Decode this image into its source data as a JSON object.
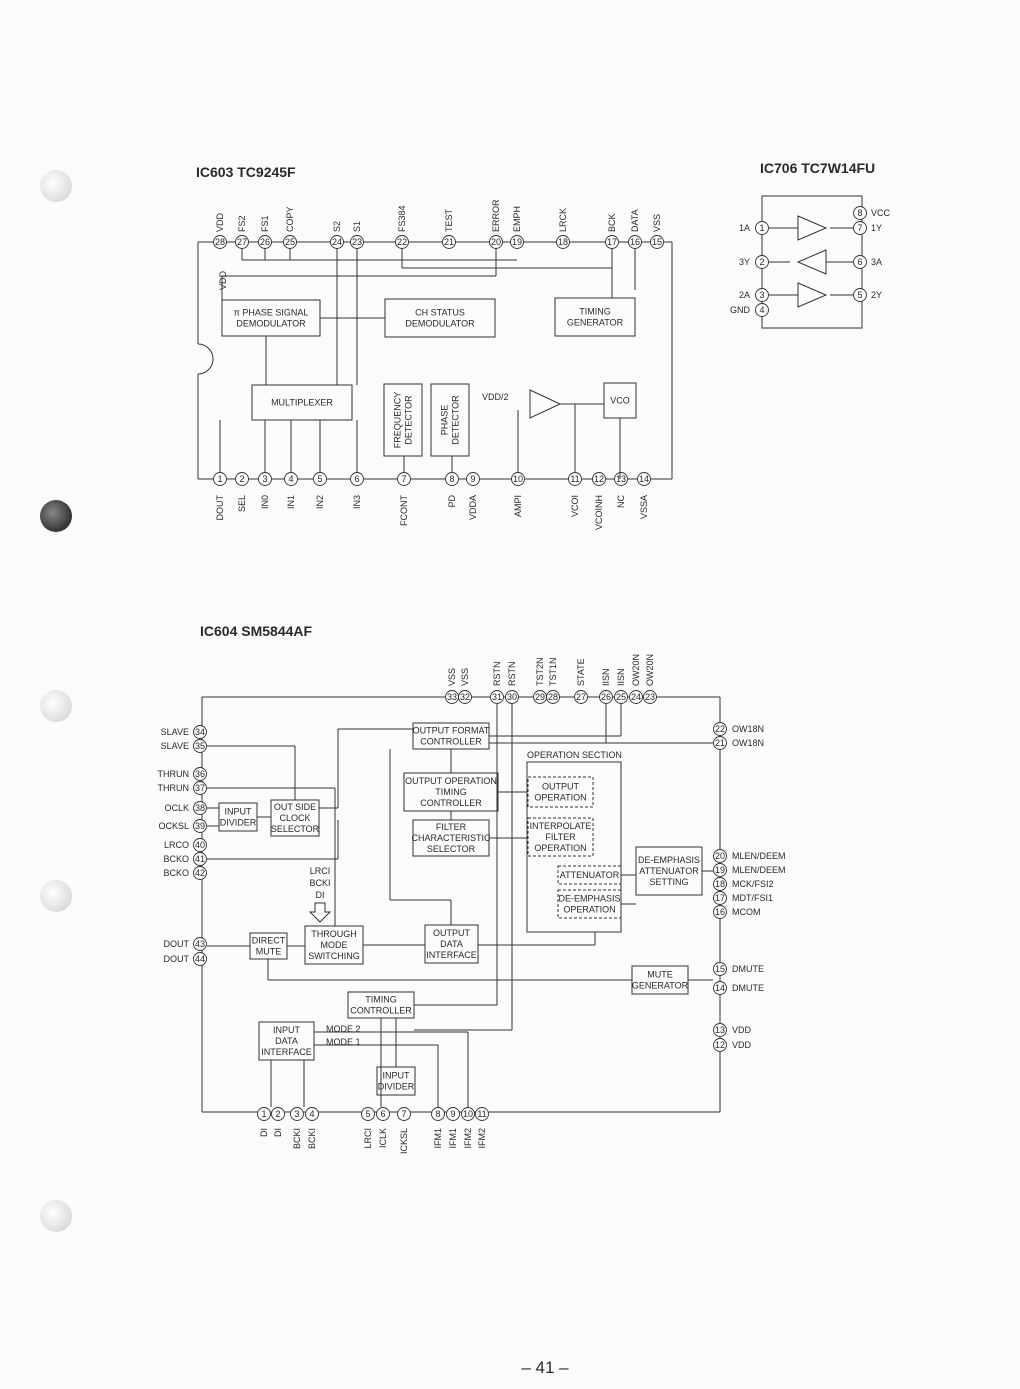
{
  "page_number": "– 41 –",
  "ic603": {
    "title": "IC603  TC9245F",
    "vdd_label": "VDD",
    "vdd2_label": "VDD/2",
    "top_pins": [
      {
        "num": "28",
        "label": "VDD"
      },
      {
        "num": "27",
        "label": "FS2"
      },
      {
        "num": "26",
        "label": "FS1"
      },
      {
        "num": "25",
        "label": "COPY"
      },
      {
        "num": "24",
        "label": "S2"
      },
      {
        "num": "23",
        "label": "S1"
      },
      {
        "num": "22",
        "label": "FS384"
      },
      {
        "num": "21",
        "label": "TEST"
      },
      {
        "num": "20",
        "label": "ERROR"
      },
      {
        "num": "19",
        "label": "EMPH"
      },
      {
        "num": "18",
        "label": "LRCK"
      },
      {
        "num": "17",
        "label": "BCK"
      },
      {
        "num": "16",
        "label": "DATA"
      },
      {
        "num": "15",
        "label": "VSS"
      }
    ],
    "bottom_pins": [
      {
        "num": "1",
        "label": "DOUT"
      },
      {
        "num": "2",
        "label": "SEL"
      },
      {
        "num": "3",
        "label": "IN0"
      },
      {
        "num": "4",
        "label": "IN1"
      },
      {
        "num": "5",
        "label": "IN2"
      },
      {
        "num": "6",
        "label": "IN3"
      },
      {
        "num": "7",
        "label": "FCONT"
      },
      {
        "num": "8",
        "label": "PD"
      },
      {
        "num": "9",
        "label": "VDDA"
      },
      {
        "num": "10",
        "label": "AMPI"
      },
      {
        "num": "11",
        "label": "VCOI"
      },
      {
        "num": "12",
        "label": "VCOINH"
      },
      {
        "num": "13",
        "label": "NC"
      },
      {
        "num": "14",
        "label": "VSSA"
      }
    ],
    "blocks": [
      {
        "name": "phase-signal-demodulator",
        "lines": [
          "π PHASE SIGNAL",
          "DEMODULATOR"
        ]
      },
      {
        "name": "ch-status-demodulator",
        "lines": [
          "CH STATUS",
          "DEMODULATOR"
        ]
      },
      {
        "name": "timing-generator",
        "lines": [
          "TIMING",
          "GENERATOR"
        ]
      },
      {
        "name": "multiplexer",
        "lines": [
          "MULTIPLEXER"
        ]
      },
      {
        "name": "frequency-detector",
        "lines": [
          "FREQUENCY",
          "DETECTOR"
        ]
      },
      {
        "name": "phase-detector",
        "lines": [
          "PHASE",
          "DETECTOR"
        ]
      },
      {
        "name": "vco",
        "lines": [
          "VCO"
        ]
      }
    ]
  },
  "ic706": {
    "title": "IC706  TC7W14FU",
    "left_pins": [
      {
        "num": "1",
        "label": "1A"
      },
      {
        "num": "2",
        "label": "3Y"
      },
      {
        "num": "3",
        "label": "2A"
      },
      {
        "num": "4",
        "label": "GND"
      }
    ],
    "right_pins": [
      {
        "num": "8",
        "label": "VCC"
      },
      {
        "num": "7",
        "label": "1Y"
      },
      {
        "num": "6",
        "label": "3A"
      },
      {
        "num": "5",
        "label": "2Y"
      }
    ]
  },
  "ic604": {
    "title": "IC604  SM5844AF",
    "top_pins": [
      {
        "num": "33",
        "label": "VSS"
      },
      {
        "num": "32",
        "label": "VSS"
      },
      {
        "num": "31",
        "label": "RSTN"
      },
      {
        "num": "30",
        "label": "RSTN"
      },
      {
        "num": "29",
        "label": "TST2N"
      },
      {
        "num": "28",
        "label": "TST1N"
      },
      {
        "num": "27",
        "label": "STATE"
      },
      {
        "num": "26",
        "label": "IISN"
      },
      {
        "num": "25",
        "label": "IISN"
      },
      {
        "num": "24",
        "label": "OW20N"
      },
      {
        "num": "23",
        "label": "OW20N"
      }
    ],
    "left_pins": [
      {
        "num": "34",
        "label": "SLAVE"
      },
      {
        "num": "35",
        "label": "SLAVE"
      },
      {
        "num": "36",
        "label": "THRUN"
      },
      {
        "num": "37",
        "label": "THRUN"
      },
      {
        "num": "38",
        "label": "OCLK"
      },
      {
        "num": "39",
        "label": "OCKSL"
      },
      {
        "num": "40",
        "label": "LRCO"
      },
      {
        "num": "41",
        "label": "BCKO"
      },
      {
        "num": "42",
        "label": "BCKO"
      },
      {
        "num": "43",
        "label": "DOUT"
      },
      {
        "num": "44",
        "label": "DOUT"
      }
    ],
    "right_pins": [
      {
        "num": "22",
        "label": "OW18N"
      },
      {
        "num": "21",
        "label": "OW18N"
      },
      {
        "num": "20",
        "label": "MLEN/DEEM"
      },
      {
        "num": "19",
        "label": "MLEN/DEEM"
      },
      {
        "num": "18",
        "label": "MCK/FSI2"
      },
      {
        "num": "17",
        "label": "MDT/FSI1"
      },
      {
        "num": "16",
        "label": "MCOM"
      },
      {
        "num": "15",
        "label": "DMUTE"
      },
      {
        "num": "14",
        "label": "DMUTE"
      },
      {
        "num": "13",
        "label": "VDD"
      },
      {
        "num": "12",
        "label": "VDD"
      }
    ],
    "bottom_pins": [
      {
        "num": "1",
        "label": "DI"
      },
      {
        "num": "2",
        "label": "DI"
      },
      {
        "num": "3",
        "label": "BCKI"
      },
      {
        "num": "4",
        "label": "BCKI"
      },
      {
        "num": "5",
        "label": "LRCI"
      },
      {
        "num": "6",
        "label": "ICLK"
      },
      {
        "num": "7",
        "label": "ICKSL"
      },
      {
        "num": "8",
        "label": "IFM1"
      },
      {
        "num": "9",
        "label": "IFM1"
      },
      {
        "num": "10",
        "label": "IFM2"
      },
      {
        "num": "11",
        "label": "IFM2"
      }
    ],
    "blocks": [
      {
        "name": "output-format-controller",
        "lines": [
          "OUTPUT FORMAT",
          "CONTROLLER"
        ]
      },
      {
        "name": "output-operation-timing-controller",
        "lines": [
          "OUTPUT OPERATION",
          "TIMING",
          "CONTROLLER"
        ]
      },
      {
        "name": "filter-characteristic-selector",
        "lines": [
          "FILTER",
          "CHARACTERISTIC",
          "SELECTOR"
        ]
      },
      {
        "name": "operation-section",
        "lines": []
      },
      {
        "name": "output-operation",
        "lines": [
          "OUTPUT",
          "OPERATION"
        ]
      },
      {
        "name": "interpolate-filter-operation",
        "lines": [
          "INTERPOLATE",
          "FILTER",
          "OPERATION"
        ]
      },
      {
        "name": "attenuator",
        "lines": [
          "ATTENUATOR"
        ]
      },
      {
        "name": "de-emphasis-operation",
        "lines": [
          "DE-EMPHASIS",
          "OPERATION"
        ]
      },
      {
        "name": "de-emphasis-attenuator-setting",
        "lines": [
          "DE-EMPHASIS",
          "ATTENUATOR",
          "SETTING"
        ]
      },
      {
        "name": "input-divider-top",
        "lines": [
          "INPUT",
          "DIVIDER"
        ]
      },
      {
        "name": "out-side-clock-selector",
        "lines": [
          "OUT SIDE",
          "CLOCK",
          "SELECTOR"
        ]
      },
      {
        "name": "through-mode-switching",
        "lines": [
          "THROUGH",
          "MODE",
          "SWITCHING"
        ]
      },
      {
        "name": "output-data-interface",
        "lines": [
          "OUTPUT",
          "DATA",
          "INTERFACE"
        ]
      },
      {
        "name": "direct-mute",
        "lines": [
          "DIRECT",
          "MUTE"
        ]
      },
      {
        "name": "mute-generator",
        "lines": [
          "MUTE",
          "GENERATOR"
        ]
      },
      {
        "name": "timing-controller",
        "lines": [
          "TIMING",
          "CONTROLLER"
        ]
      },
      {
        "name": "input-data-interface",
        "lines": [
          "INPUT",
          "DATA",
          "INTERFACE"
        ]
      },
      {
        "name": "input-divider-bottom",
        "lines": [
          "INPUT",
          "DIVIDER"
        ]
      }
    ],
    "operation_section_label": "OPERATION SECTION",
    "through_inputs": [
      "LRCI",
      "BCKI",
      "DI"
    ],
    "mode2_label": "MODE 2",
    "mode1_label": "MODE 1"
  }
}
